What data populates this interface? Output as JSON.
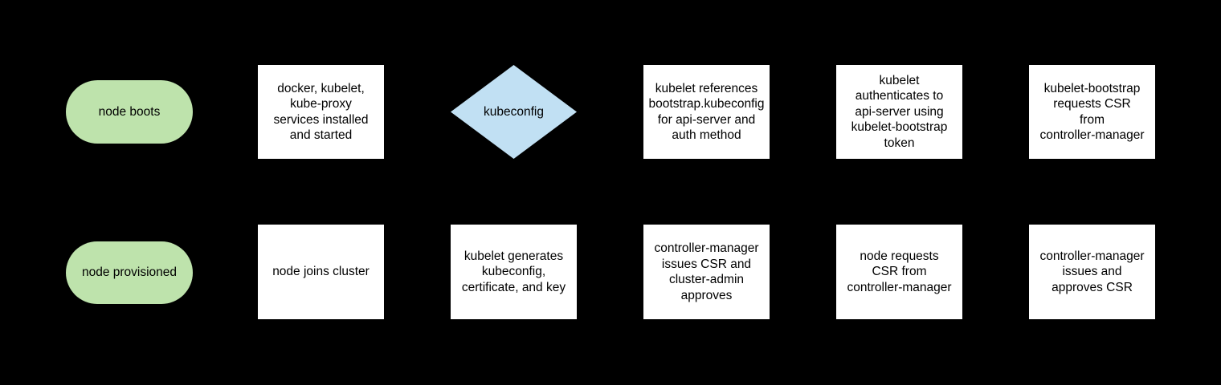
{
  "colors": {
    "background": "#000000",
    "process_fill": "#ffffff",
    "terminator_fill": "#bee3ac",
    "decision_fill": "#c1e0f3",
    "text": "#000000"
  },
  "nodes": {
    "node_boots": {
      "shape": "terminator",
      "label": "node boots"
    },
    "services_installed": {
      "shape": "process",
      "label": "docker, kubelet,\nkube-proxy\nservices installed\nand started"
    },
    "kubeconfig": {
      "shape": "decision",
      "label": "kubeconfig"
    },
    "kubelet_references": {
      "shape": "process",
      "label": "kubelet references\nbootstrap.kubeconfig\nfor api-server and\nauth method"
    },
    "kubelet_authenticates": {
      "shape": "process",
      "label": "kubelet\nauthenticates to\napi-server using\nkubelet-bootstrap\ntoken"
    },
    "kubelet_bootstrap_requests_csr": {
      "shape": "process",
      "label": "kubelet-bootstrap\nrequests CSR\nfrom\ncontroller-manager"
    },
    "node_provisioned": {
      "shape": "terminator",
      "label": "node provisioned"
    },
    "node_joins_cluster": {
      "shape": "process",
      "label": "node joins cluster"
    },
    "kubelet_generates": {
      "shape": "process",
      "label": "kubelet generates\nkubeconfig,\ncertificate, and key"
    },
    "cm_issues_csr_admin_approves": {
      "shape": "process",
      "label": "controller-manager\nissues CSR and\ncluster-admin\napproves"
    },
    "node_requests_csr": {
      "shape": "process",
      "label": "node requests\nCSR from\ncontroller-manager"
    },
    "cm_issues_and_approves_csr": {
      "shape": "process",
      "label": "controller-manager\nissues and\napproves CSR"
    }
  }
}
